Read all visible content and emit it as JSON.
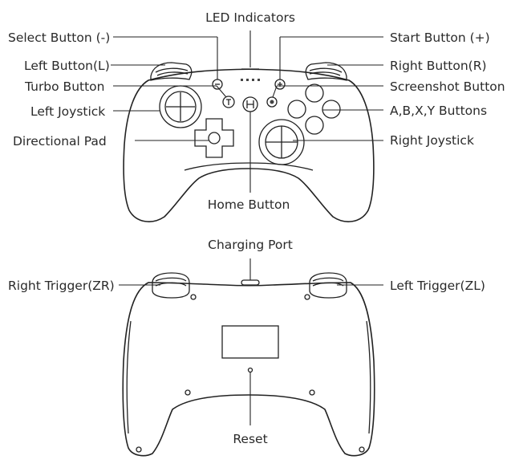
{
  "labels": {
    "led_indicators": "LED Indicators",
    "select_button": "Select Button (-)",
    "left_button": "Left Button(L)",
    "turbo_button": "Turbo Button",
    "left_joystick": "Left Joystick",
    "directional_pad": "Directional Pad",
    "start_button": "Start Button (+)",
    "right_button": "Right Button(R)",
    "screenshot_button": "Screenshot Button",
    "abxy_buttons": "A,B,X,Y Buttons",
    "right_joystick": "Right Joystick",
    "home_button": "Home Button",
    "charging_port": "Charging Port",
    "right_trigger": "Right Trigger(ZR)",
    "left_trigger": "Left Trigger(ZL)",
    "reset": "Reset"
  },
  "colors": {
    "line": "#222222",
    "text": "#2a2a2a",
    "background": "#ffffff"
  }
}
